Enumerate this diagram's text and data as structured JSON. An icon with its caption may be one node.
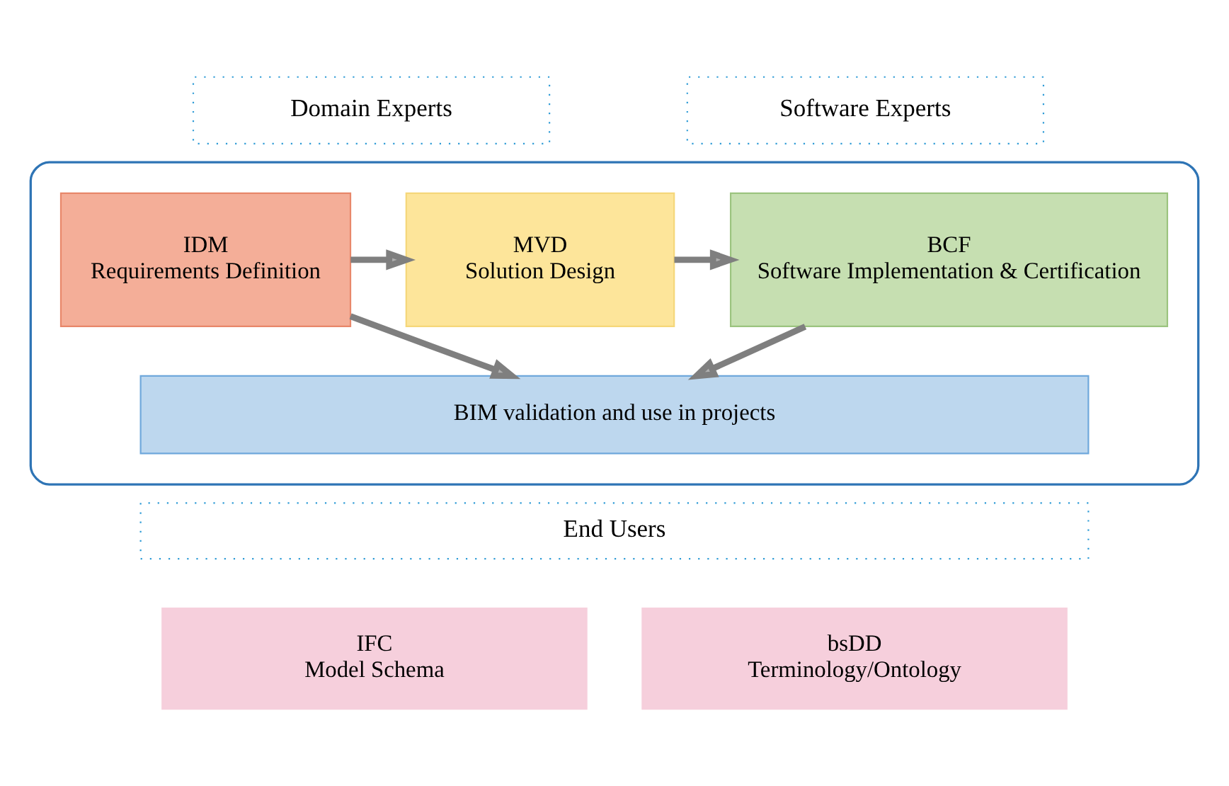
{
  "diagram": {
    "nodes": [
      {
        "text": [
          "Domain Experts"
        ]
      },
      {
        "text": [
          "Software Experts"
        ]
      },
      {
        "text": [],
        "shape": "box"
      },
      {
        "text": [
          "IDM",
          "Requirements Definition"
        ],
        "in": 2
      },
      {
        "text": [
          "MVD",
          "Solution Design"
        ],
        "in": 2
      },
      {
        "text": [
          "BCF",
          "Software Implementation & Certification"
        ],
        "in": 2
      },
      {
        "text": [
          "BIM validation and use in projects"
        ],
        "in": 2
      },
      {
        "text": [
          "End Users"
        ]
      },
      {
        "text": [
          "IFC",
          "Model Schema"
        ]
      },
      {
        "text": [
          "bsDD",
          "Terminology/Ontology"
        ]
      }
    ],
    "edges": [
      {
        "from": 3,
        "to": 4,
        "arrow": "to"
      },
      {
        "from": 4,
        "to": 5,
        "arrow": "to"
      },
      {
        "from": 3,
        "to": 6,
        "arrow": "to"
      },
      {
        "from": 5,
        "to": 6,
        "arrow": "to"
      }
    ]
  }
}
